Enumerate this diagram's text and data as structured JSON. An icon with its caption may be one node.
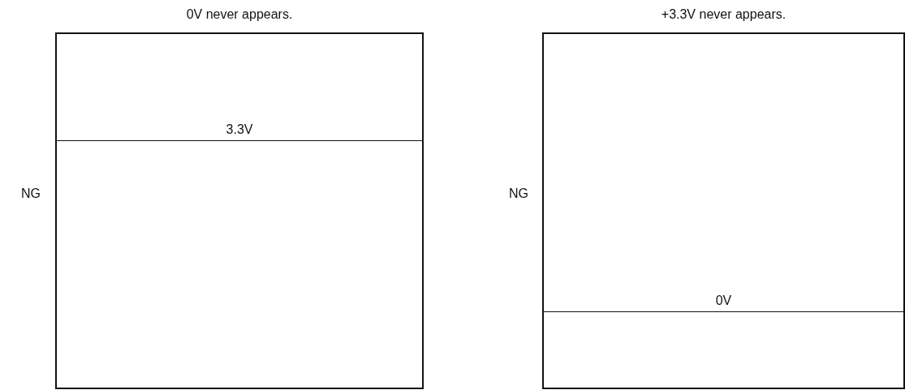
{
  "diagram": {
    "nodes": [
      {
        "text": [
          "0V never appears.",
          "3.3V"
        ],
        "beside": [
          "NG"
        ]
      },
      {
        "text": [
          "+3.3V never appears.",
          "0V"
        ],
        "beside": [
          "NG"
        ]
      }
    ]
  }
}
